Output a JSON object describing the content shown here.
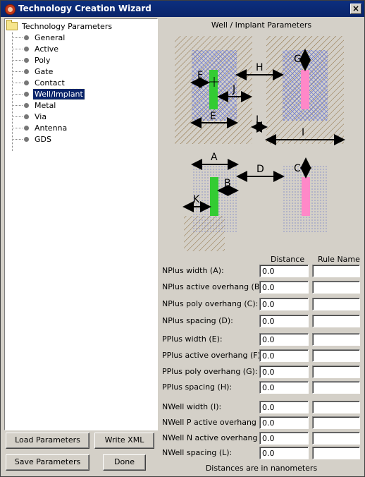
{
  "window": {
    "title": "Technology Creation Wizard",
    "close": "×"
  },
  "tree": {
    "root": "Technology Parameters",
    "items": [
      {
        "label": "General",
        "selected": false
      },
      {
        "label": "Active",
        "selected": false
      },
      {
        "label": "Poly",
        "selected": false
      },
      {
        "label": "Gate",
        "selected": false
      },
      {
        "label": "Contact",
        "selected": false
      },
      {
        "label": "Well/Implant",
        "selected": true
      },
      {
        "label": "Metal",
        "selected": false
      },
      {
        "label": "Via",
        "selected": false
      },
      {
        "label": "Antenna",
        "selected": false
      },
      {
        "label": "GDS",
        "selected": false
      }
    ]
  },
  "buttons": {
    "load": "Load Parameters",
    "write": "Write XML",
    "save": "Save Parameters",
    "done": "Done"
  },
  "panel": {
    "title": "Well / Implant Parameters",
    "col_distance": "Distance",
    "col_rule": "Rule Name",
    "footer": "Distances are in nanometers"
  },
  "diagram_labels": {
    "A": "A",
    "B": "B",
    "C": "C",
    "D": "D",
    "E": "E",
    "F": "F",
    "G": "G",
    "H": "H",
    "I": "I",
    "J": "J",
    "K": "K",
    "L": "L"
  },
  "params": [
    {
      "label": "NPlus width (A):",
      "value": "0.0",
      "rule": ""
    },
    {
      "label": "NPlus active overhang (B):",
      "value": "0.0",
      "rule": ""
    },
    {
      "label": "NPlus poly overhang (C):",
      "value": "0.0",
      "rule": ""
    },
    {
      "label": "NPlus spacing (D):",
      "value": "0.0",
      "rule": ""
    },
    {
      "label": "PPlus width (E):",
      "value": "0.0",
      "rule": ""
    },
    {
      "label": "PPlus active overhang (F):",
      "value": "0.0",
      "rule": ""
    },
    {
      "label": "PPlus poly overhang (G):",
      "value": "0.0",
      "rule": ""
    },
    {
      "label": "PPlus spacing (H):",
      "value": "0.0",
      "rule": ""
    },
    {
      "label": "NWell width (I):",
      "value": "0.0",
      "rule": ""
    },
    {
      "label": "NWell P active overhang (J):",
      "value": "0.0",
      "rule": ""
    },
    {
      "label": "NWell N active overhang (K):",
      "value": "0.0",
      "rule": ""
    },
    {
      "label": "NWell spacing (L):",
      "value": "0.0",
      "rule": ""
    }
  ],
  "colors": {
    "nwell": "#8a6a3a",
    "pplus_nplus": "#5a6ac8",
    "active": "#33cc33",
    "poly": "#ff88c8"
  }
}
